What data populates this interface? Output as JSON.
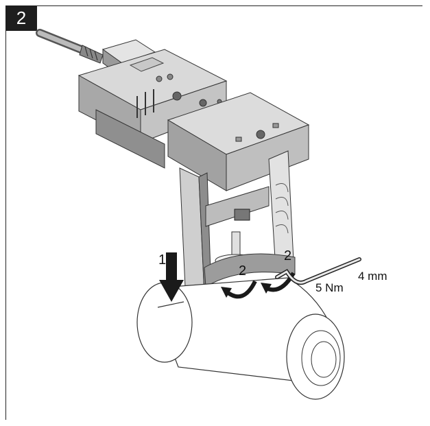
{
  "step_number": "2",
  "labels": {
    "step_1": "1",
    "step_2a": "2",
    "step_2b": "2",
    "wrench_size": "4 mm",
    "torque": "5 Nm"
  },
  "colors": {
    "actuator_top": "#d8d8d8",
    "actuator_side": "#a9a9a9",
    "actuator_dark": "#777777",
    "valve_body": "#ffffff",
    "arrow": "#1a1a1a"
  }
}
